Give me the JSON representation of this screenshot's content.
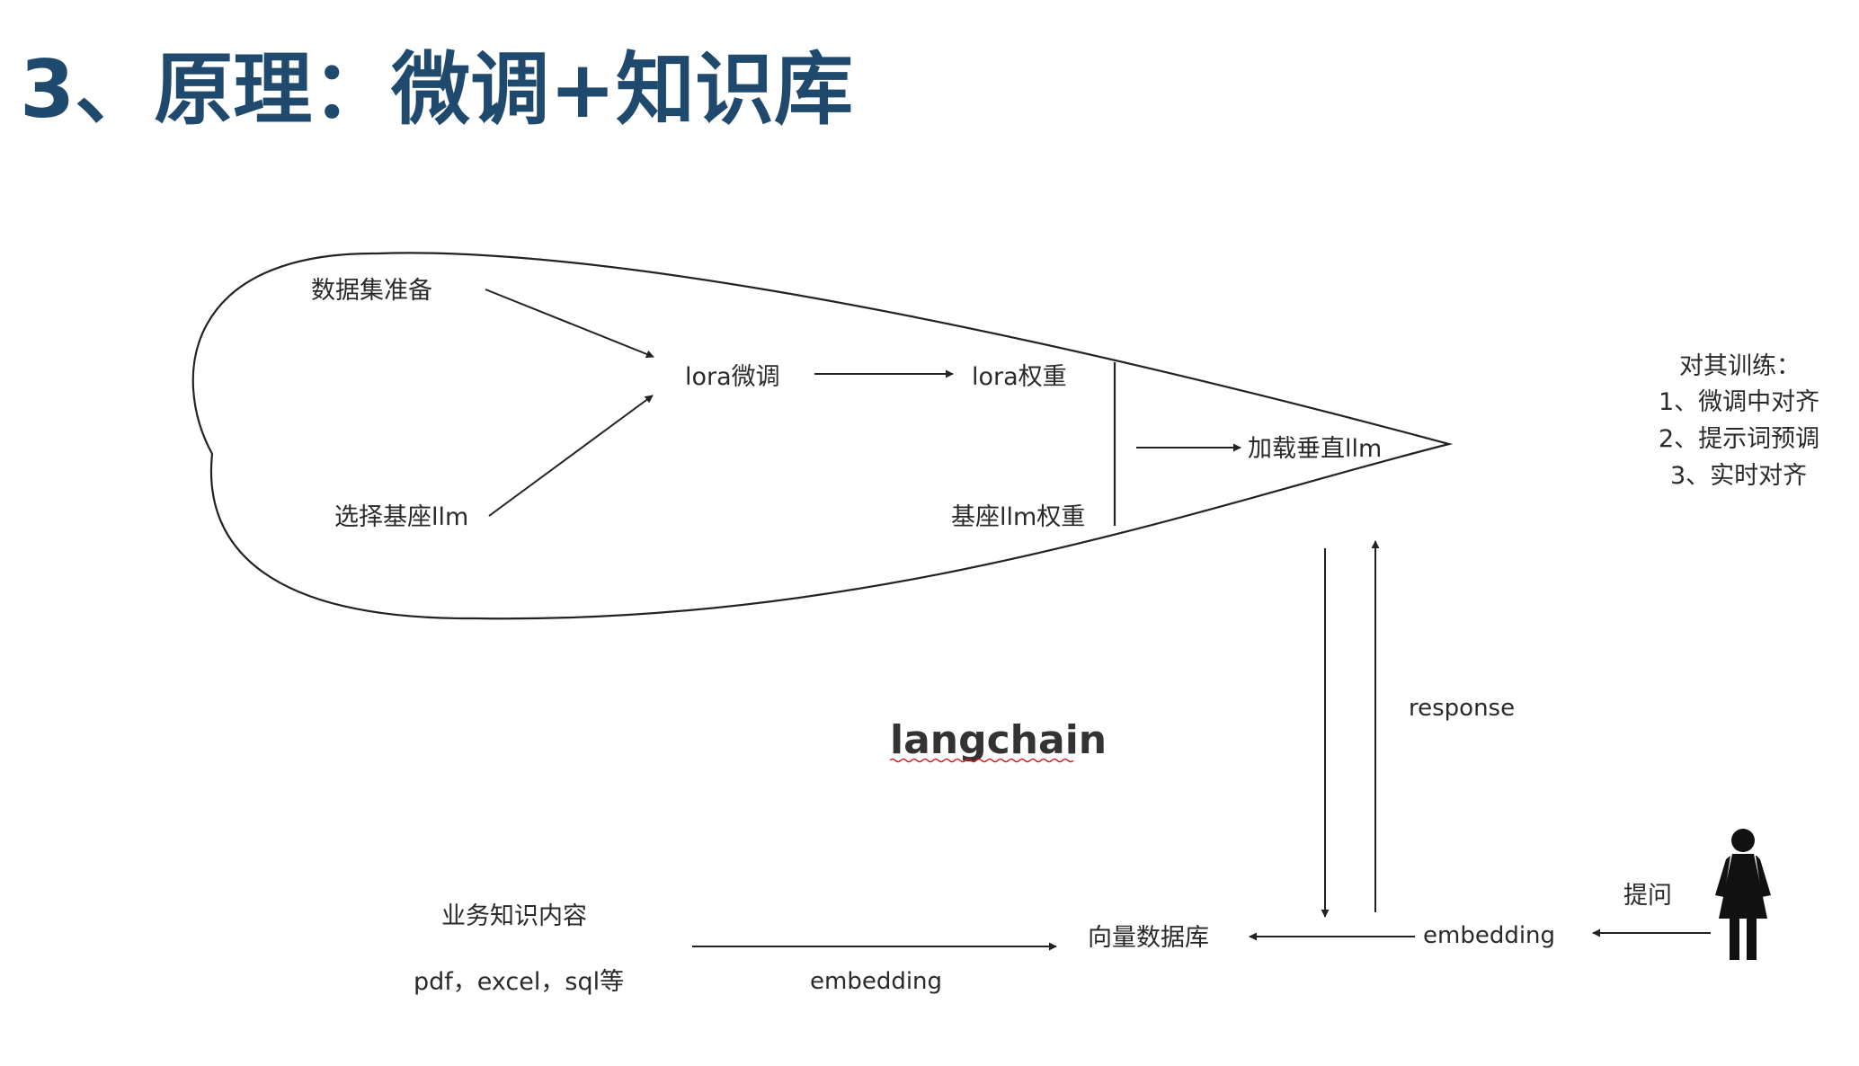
{
  "title": "3、原理：微调+知识库",
  "nodes": {
    "dataset_prep": "数据集准备",
    "select_base_llm": "选择基座llm",
    "lora_finetune": "lora微调",
    "lora_weights": "lora权重",
    "base_llm_weights": "基座llm权重",
    "load_vertical_llm": "加载垂直llm",
    "vector_db": "向量数据库",
    "business_knowledge": "业务知识内容",
    "file_types": "pdf，excel，sql等"
  },
  "edges": {
    "response": "response",
    "embedding_query": "embedding",
    "embedding_docs": "embedding",
    "ask": "提问"
  },
  "framework_label": "langchain",
  "alignment": {
    "heading": "对其训练：",
    "items": [
      "1、微调中对齐",
      "2、提示词预调",
      "3、实时对齐"
    ]
  },
  "colors": {
    "title": "#1f4a6e",
    "line": "#222222",
    "text": "#2a2a2a",
    "spellcheck": "#d02020"
  },
  "icons": {
    "user": "person-icon"
  }
}
